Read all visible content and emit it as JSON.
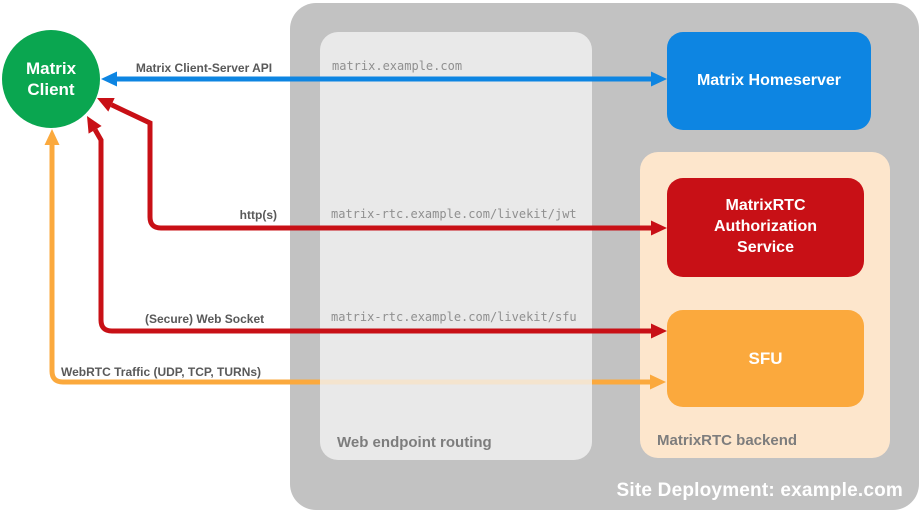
{
  "containers": {
    "site": "Site Deployment: example.com",
    "routing": "Web endpoint routing",
    "backend": "MatrixRTC backend"
  },
  "nodes": {
    "client": "Matrix Client",
    "homeserver": "Matrix Homeserver",
    "auth": "MatrixRTC Authorization Service",
    "sfu": "SFU"
  },
  "routes": {
    "csapi": "Matrix Client-Server API",
    "http": "http(s)",
    "ws": "(Secure) Web Socket",
    "webrtc": "WebRTC Traffic (UDP, TCP, TURNs)"
  },
  "endpoints": {
    "homeserver": "matrix.example.com",
    "jwt": "matrix-rtc.example.com/livekit/jwt",
    "sfu": "matrix-rtc.example.com/livekit/sfu"
  },
  "colors": {
    "green": "#0AA650",
    "blue": "#0D85E2",
    "red": "#C81016",
    "orange": "#FBA93D",
    "orange_light": "#FDE6CC",
    "gray_outer": "#C2C2C2",
    "label_gray": "#595959",
    "mono_gray": "#8F8F8F",
    "container_label_gray": "#7D7D7D"
  }
}
